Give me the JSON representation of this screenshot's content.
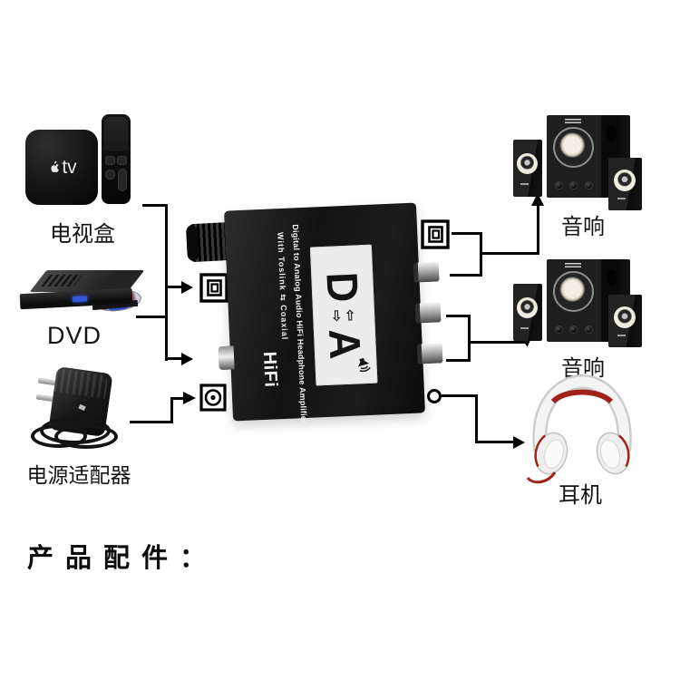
{
  "title": {
    "bottom": "产品配件："
  },
  "converter": {
    "brand_line1": "Digital to Analog Audio HiFi Headphone Amplifier",
    "brand_line2": "With Toslink ⇆ Coaxial",
    "hifi_label": "HiFi",
    "logo": {
      "d": "D",
      "a": "A",
      "arrow_top": "⇦",
      "arrow_bottom": "⇨"
    }
  },
  "sources": {
    "tv_box": {
      "label": "电视盒",
      "logo_text": "tv"
    },
    "dvd_player": {
      "label": "DVD"
    },
    "power_adapter": {
      "label": "电源适配器"
    }
  },
  "outputs": {
    "speakers_top": {
      "label": "音响"
    },
    "speakers_middle": {
      "label": "音响"
    },
    "headphones": {
      "label": "耳机"
    }
  },
  "colors": {
    "background": "#ffffff",
    "connection_line": "#000000",
    "device_body": "#161616",
    "label_plate": "#ececec",
    "accent_red": "#9e2218",
    "disc_blue": "#2a4fc4"
  }
}
